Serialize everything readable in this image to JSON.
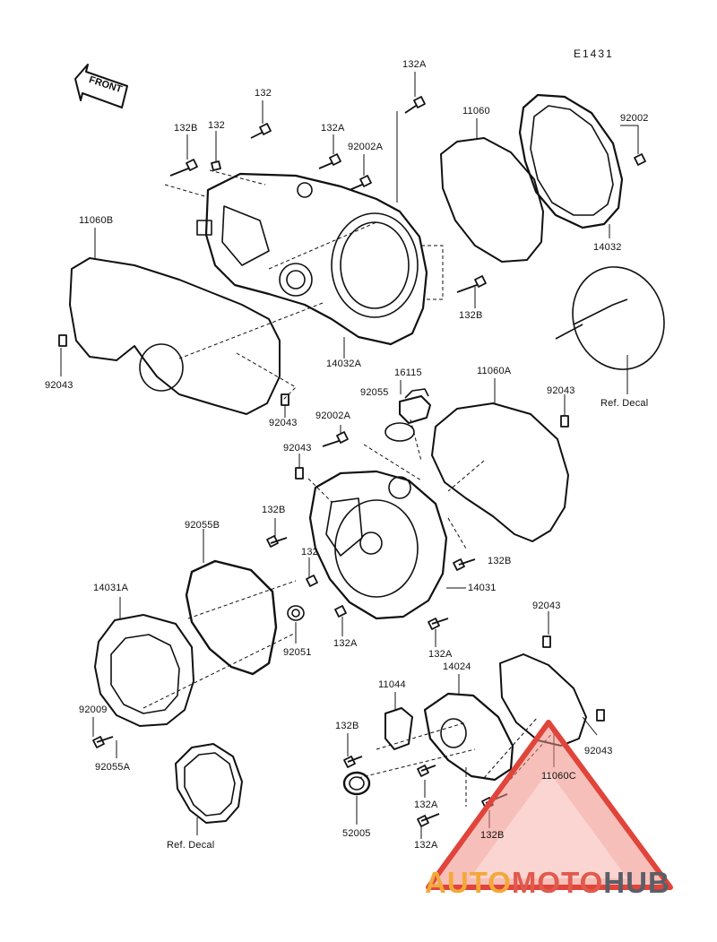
{
  "diagram": {
    "id": "E1431",
    "front_label": "FRONT"
  },
  "labels": {
    "p132a_top": "132A",
    "p11060_top": "11060",
    "p132_top": "132",
    "p132b_top": "132B",
    "p132_mid": "132",
    "p132a_cover": "132A",
    "p92002a_top": "92002A",
    "p92002": "92002",
    "p11060b": "11060B",
    "p14032": "14032",
    "p132b_right": "132B",
    "p14032a": "14032A",
    "p92043_left": "92043",
    "p92043_mid": "92043",
    "p16115": "16115",
    "p11060a": "11060A",
    "p92055": "92055",
    "p92043_right": "92043",
    "p92002a_mid": "92002A",
    "p92043_center": "92043",
    "p92055b": "92055B",
    "p132b_left": "132B",
    "p132b_center": "132B",
    "p132_low": "132",
    "p14031": "14031",
    "p14031a": "14031A",
    "p92051": "92051",
    "p132a_low": "132A",
    "p132a_low2": "132A",
    "p92043_lowright": "92043",
    "p11044": "11044",
    "p14024": "14024",
    "p92009": "92009",
    "p92055a": "92055A",
    "p132b_bottom": "132B",
    "p92043_bottom": "92043",
    "p11060c": "11060C",
    "p132a_b1": "132A",
    "p52005": "52005",
    "p132a_b2": "132A",
    "p132b_b": "132B",
    "ref_decal_right": "Ref. Decal",
    "ref_decal_bottom": "Ref. Decal"
  },
  "watermark": {
    "part1": "AUTO",
    "part2": "MOTO",
    "part3": "HUB"
  }
}
